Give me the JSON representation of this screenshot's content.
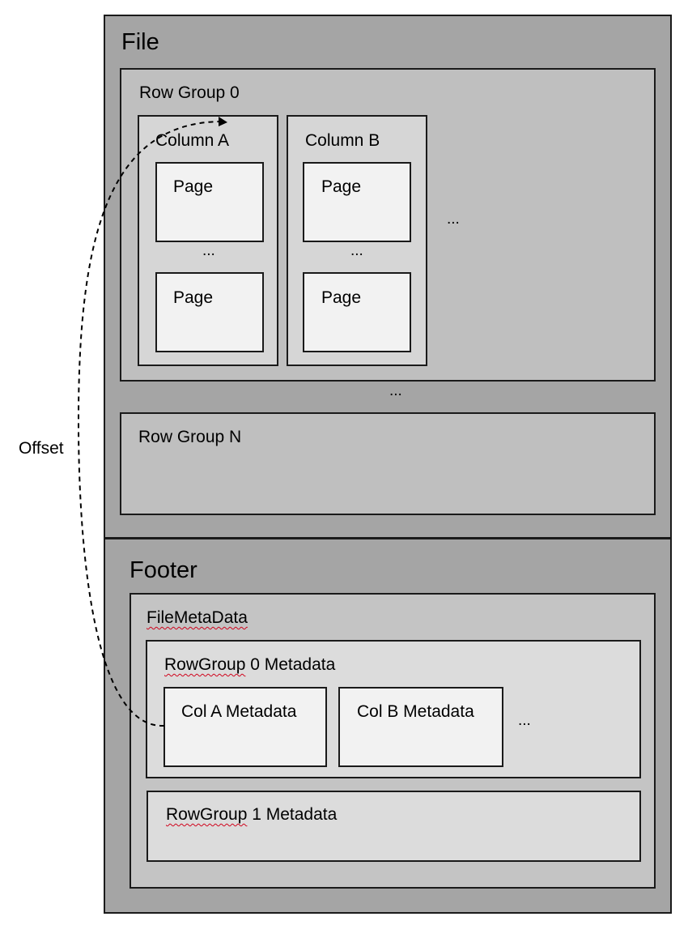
{
  "file": {
    "title": "File"
  },
  "row_group_0": {
    "title": "Row Group 0",
    "column_a": {
      "title": "Column A",
      "page_top": "Page",
      "ellipsis": "...",
      "page_bottom": "Page"
    },
    "column_b": {
      "title": "Column B",
      "page_top": "Page",
      "ellipsis": "...",
      "page_bottom": "Page"
    },
    "more_columns": "..."
  },
  "row_groups_ellipsis": "...",
  "row_group_n": {
    "title": "Row Group N"
  },
  "footer": {
    "title": "Footer",
    "file_metadata": {
      "title": "FileMetaData",
      "rowgroup_0_metadata": {
        "title_word": "RowGroup",
        "title_rest": " 0 Metadata",
        "col_a": "Col A Metadata",
        "col_b": "Col B Metadata",
        "more": "..."
      },
      "rowgroup_1_metadata": {
        "title_word": "RowGroup",
        "title_rest": " 1 Metadata"
      }
    }
  },
  "offset_label": "Offset",
  "colors": {
    "outer": "#a5a5a5",
    "row_group": "#bfbfbf",
    "column": "#d6d6d6",
    "page": "#f2f2f2",
    "spellcheck_underline": "#d0021b"
  }
}
